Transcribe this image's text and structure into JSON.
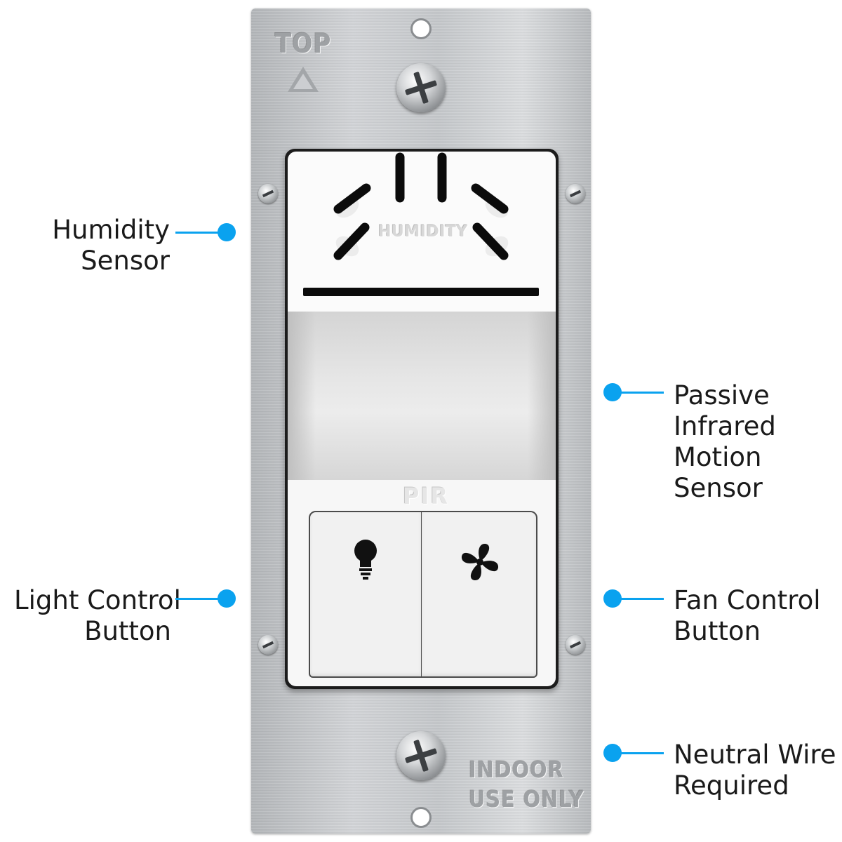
{
  "plate": {
    "top_label": "TOP",
    "indoor_line1": "INDOOR",
    "indoor_line2": "USE  ONLY"
  },
  "device": {
    "humidity_text": "HUMIDITY",
    "pir_text": "PIR",
    "light_button_icon": "light-bulb-icon",
    "fan_button_icon": "fan-icon"
  },
  "callouts": {
    "humidity_sensor": [
      "Humidity",
      "Sensor"
    ],
    "pir_sensor": [
      "Passive",
      "Infrared",
      "Motion",
      "Sensor"
    ],
    "light_button": [
      "Light Control",
      "Button"
    ],
    "fan_button": [
      "Fan Control",
      "Button"
    ],
    "neutral_wire": [
      "Neutral Wire",
      "Required"
    ]
  },
  "colors": {
    "accent": "#0aa2ef",
    "plate": "#c8cbce",
    "device": "#f7f7f7"
  }
}
